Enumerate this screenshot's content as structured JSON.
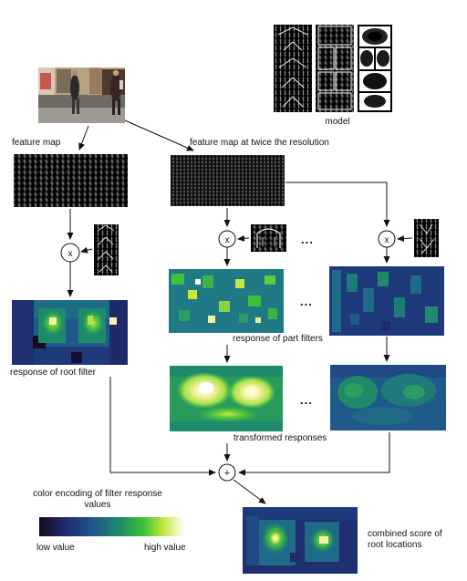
{
  "labels": {
    "model": "model",
    "feature_map": "feature map",
    "feature_map_2x": "feature map at twice the resolution",
    "response_root": "response of root filter",
    "response_parts": "response of part filters",
    "transformed": "transformed responses",
    "color_encoding": "color encoding of filter response values",
    "low_value": "low value",
    "high_value": "high value",
    "combined": "combined score of root locations"
  },
  "operators": {
    "multiply": "x",
    "sum": "+"
  },
  "ellipsis": "...",
  "colormap": [
    "#1a0a1e",
    "#1f2a6b",
    "#1f5a8a",
    "#1f8a6a",
    "#3cc23c",
    "#c8e63c",
    "#ffffff"
  ]
}
